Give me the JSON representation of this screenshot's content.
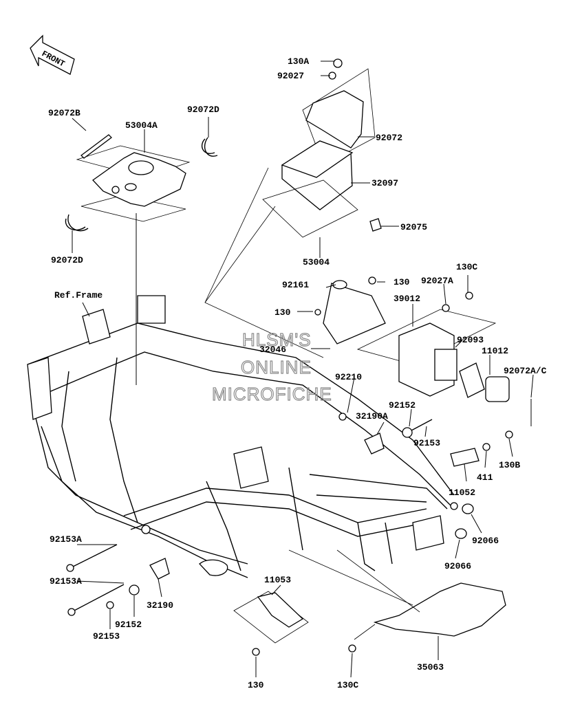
{
  "front_indicator": "FRONT",
  "ref_frame": "Ref.Frame",
  "watermark": [
    "HLSM'S",
    "ONLINE",
    "MICROFICHE"
  ],
  "parts": {
    "p130A": "130A",
    "p92027": "92027",
    "p92072": "92072",
    "p32097": "32097",
    "p92075": "92075",
    "p53004": "53004",
    "p92072B": "92072B",
    "p53004A": "53004A",
    "p92072D_top": "92072D",
    "p92072D_bot": "92072D",
    "p92161": "92161",
    "p130_top": "130",
    "p130C_top": "130C",
    "p92027A": "92027A",
    "p39012": "39012",
    "p130_mid": "130",
    "p32046": "32046",
    "p92093": "92093",
    "p11012": "11012",
    "p92072AC": "92072A/C",
    "p92210": "92210",
    "p92152_top": "92152",
    "p32190A": "32190A",
    "p92153_top": "92153",
    "p130B": "130B",
    "p411": "411",
    "p11052": "11052",
    "p92066_a": "92066",
    "p92066_b": "92066",
    "p92153A_a": "92153A",
    "p92153A_b": "92153A",
    "p11053": "11053",
    "p32190": "32190",
    "p92152_bot": "92152",
    "p92153_bot": "92153",
    "p130_bot": "130",
    "p130C_bot": "130C",
    "p35063": "35063"
  }
}
